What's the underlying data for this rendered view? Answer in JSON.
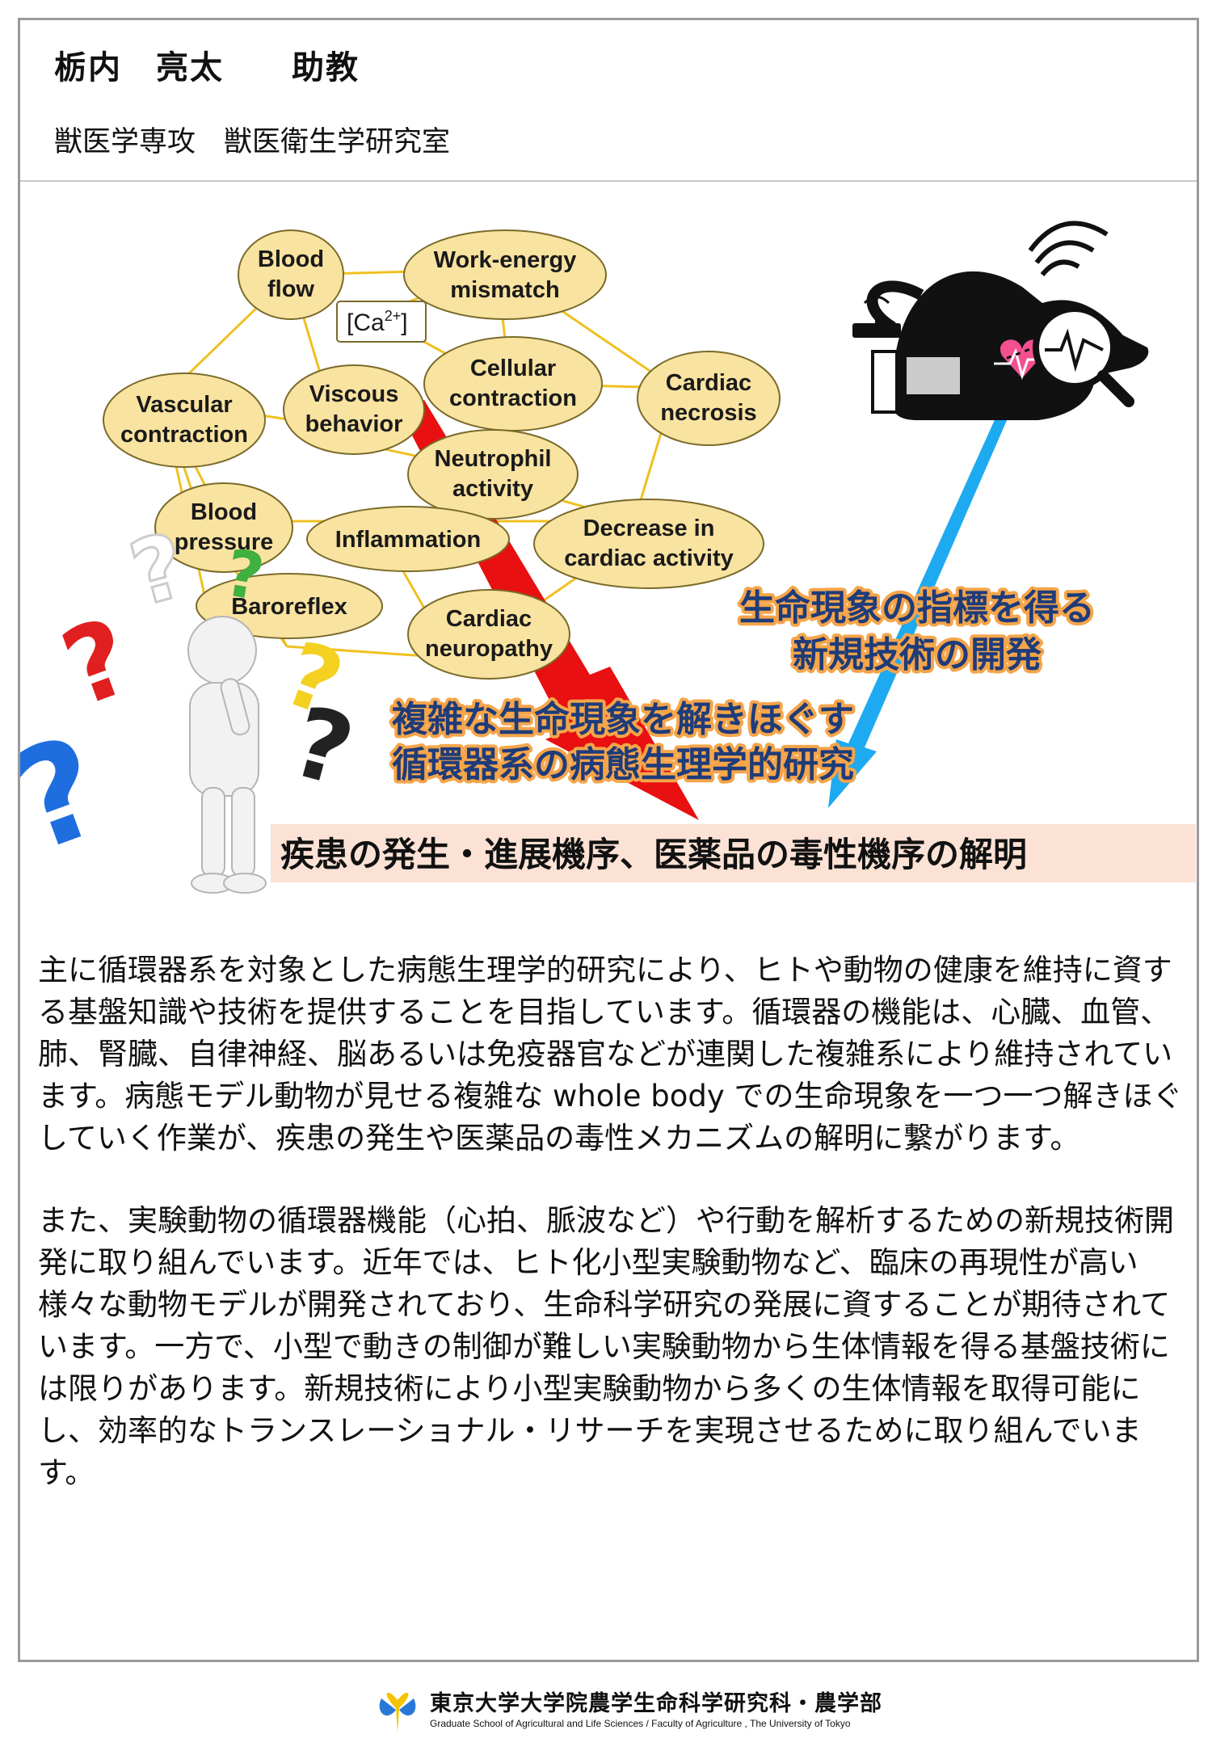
{
  "header": {
    "name": "栃内　亮太　　助教",
    "department": "獣医学専攻　獣医衛生学研究室"
  },
  "figure": {
    "nodes": {
      "blood_flow": [
        "Blood",
        "flow"
      ],
      "work_energy": [
        "Work-energy",
        "mismatch"
      ],
      "ca_label": "[Ca",
      "ca_sup": "2+",
      "ca_close": "]",
      "cellular": [
        "Cellular",
        "contraction"
      ],
      "cardiac_necrosis": [
        "Cardiac",
        "necrosis"
      ],
      "vascular": [
        "Vascular",
        "contraction"
      ],
      "viscous": [
        "Viscous",
        "behavior"
      ],
      "neutrophil": [
        "Neutrophil",
        "activity"
      ],
      "blood_pressure": [
        "Blood",
        "pressure"
      ],
      "inflammation": [
        "Inflammation"
      ],
      "decrease": [
        "Decrease in",
        "cardiac activity"
      ],
      "baroreflex": [
        "Baroreflex"
      ],
      "neuropathy": [
        "Cardiac",
        "neuropathy"
      ]
    },
    "caption_tech": [
      "生命現象の指標を得る",
      "新規技術の開発"
    ],
    "caption_research": [
      "複雑な生命現象を解きほぐす",
      "循環器系の病態生理学的研究"
    ],
    "banner": "疾患の発生・進展機序、医薬品の毒性機序の解明",
    "colors": {
      "node_fill": "#f9e3a0",
      "node_stroke": "#7a6a2a",
      "network_line": "#f0c020",
      "red_arrow": "#e81010",
      "blue_arrow": "#1eaaf1",
      "banner_bg": "#fbe2d5"
    }
  },
  "body": {
    "paragraphs": [
      "主に循環器系を対象とした病態生理学的研究により、ヒトや動物の健康を維持に資する基盤知識や技術を提供することを目指しています。循環器の機能は、心臓、血管、肺、腎臓、自律神経、脳あるいは免疫器官などが連関した複雑系により維持されています。病態モデル動物が見せる複雑な whole body での生命現象を一つ一つ解きほぐしていく作業が、疾患の発生や医薬品の毒性メカニズムの解明に繋がります。",
      "また、実験動物の循環器機能（心拍、脈波など）や行動を解析するための新規技術開発に取り組んでいます。近年では、ヒト化小型実験動物など、臨床の再現性が高い様々な動物モデルが開発されており、生命科学研究の発展に資することが期待されています。一方で、小型で動きの制御が難しい実験動物から生体情報を得る基盤技術には限りがあります。新規技術により小型実験動物から多くの生体情報を取得可能にし、効率的なトランスレーショナル・リサーチを実現させるために取り組んでいます。"
    ]
  },
  "footer": {
    "jp": "東京大学大学院農学生命科学研究科・農学部",
    "en": "Graduate School of Agricultural and Life Sciences / Faculty of Agriculture , The University of Tokyo"
  }
}
